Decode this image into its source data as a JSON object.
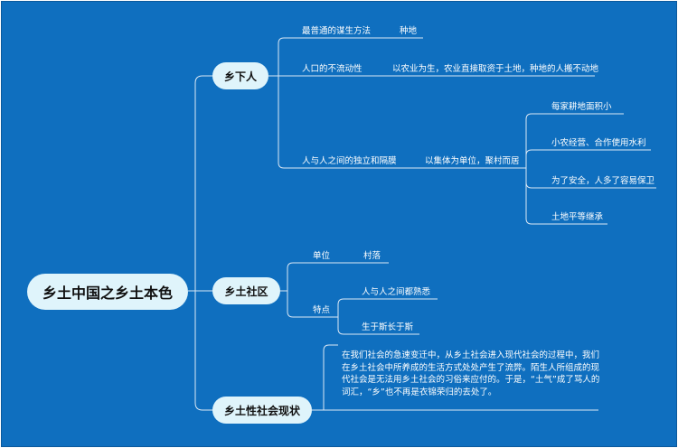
{
  "root": {
    "label": "乡土中国之乡土本色"
  },
  "branches": [
    {
      "label": "乡下人",
      "topics": [
        {
          "label": "最普通的谋生方法",
          "detail": "种地"
        },
        {
          "label": "人口的不流动性",
          "detail": "以农业为生，农业直接取资于土地，种地的人搬不动地"
        },
        {
          "label": "人与人之间的独立和隔膜",
          "detail": "以集体为单位，聚村而居",
          "reasons": [
            "每家耕地面积小",
            "小农经营、合作使用水利",
            "为了安全，人多了容易保卫",
            "土地平等继承"
          ]
        }
      ]
    },
    {
      "label": "乡土社区",
      "topics": [
        {
          "label": "单位",
          "detail": "村落"
        },
        {
          "label": "特点",
          "items": [
            "人与人之间都熟悉",
            "生于斯长于斯"
          ]
        }
      ]
    },
    {
      "label": "乡土性社会现状",
      "paragraph": "在我们社会的急速变迁中，从乡土社会进入现代社会的过程中，我们在乡土社会中所养成的生活方式处处产生了流弊。陌生人所组成的现代社会是无法用乡土社会的习俗来应付的。于是，“土气”成了骂人的词汇，“乡”也不再是衣锦荣归的去处了。"
    }
  ]
}
